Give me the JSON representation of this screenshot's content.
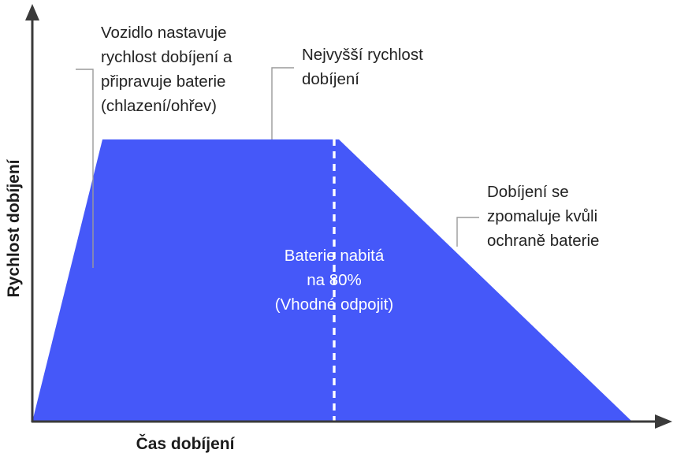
{
  "chart_data": {
    "type": "area",
    "title": "",
    "subtitle": "",
    "xlabel": "Čas dobíjení",
    "ylabel": "Rychlost dobíjení",
    "grid": false,
    "legend": null,
    "xlim": [
      0,
      100
    ],
    "ylim": [
      0,
      100
    ],
    "axis_ticks": {
      "x": [],
      "y": []
    },
    "series": [
      {
        "name": "Rychlost dobíjení",
        "color": "#4558f9",
        "x": [
          0,
          11.4,
          48.6,
          95.5
        ],
        "y": [
          0,
          100,
          100,
          0
        ]
      }
    ],
    "markers": [
      {
        "name": "80-percent-divider",
        "type": "vertical-dashed-line",
        "x": 49.8,
        "color": "#ffffff",
        "label": "Baterie nabitá na 80% (Vhodné odpojit)"
      }
    ],
    "annotations": [
      {
        "id": "ramp-up",
        "lines": [
          "Vozidlo nastavuje",
          "rychlost dobíjení a",
          "připravuje baterie",
          "(chlazení/ohřev)"
        ],
        "points_to": "rising-ramp"
      },
      {
        "id": "peak",
        "lines": [
          "Nejvyšší rychlost",
          "dobíjení"
        ],
        "points_to": "plateau"
      },
      {
        "id": "taper",
        "lines": [
          "Dobíjení se",
          "zpomaluje kvůli",
          "ochraně baterie"
        ],
        "points_to": "descending-ramp"
      },
      {
        "id": "eighty-percent",
        "lines": [
          "Baterie nabitá",
          "na 80%",
          "(Vhodné odpojit)"
        ],
        "points_to": "divider"
      }
    ]
  },
  "colors": {
    "area": "#4558f9",
    "axis": "#3a3a3a",
    "leader": "#9a9a9a",
    "annotation_text": "#232323",
    "inner_text": "#ffffff",
    "background": "#ffffff"
  },
  "axes": {
    "y_title": "Rychlost dobíjení",
    "x_title": "Čas dobíjení"
  },
  "annotations": {
    "ramp": {
      "line1": "Vozidlo nastavuje",
      "line2": "rychlost dobíjení a",
      "line3": "připravuje baterie",
      "line4": "(chlazení/ohřev)"
    },
    "peak": {
      "line1": "Nejvyšší rychlost",
      "line2": "dobíjení"
    },
    "taper": {
      "line1": "Dobíjení se",
      "line2": "zpomaluje kvůli",
      "line3": "ochraně baterie"
    },
    "eighty": {
      "line1": "Baterie nabitá",
      "line2": "na 80%",
      "line3": "(Vhodné odpojit)"
    }
  }
}
